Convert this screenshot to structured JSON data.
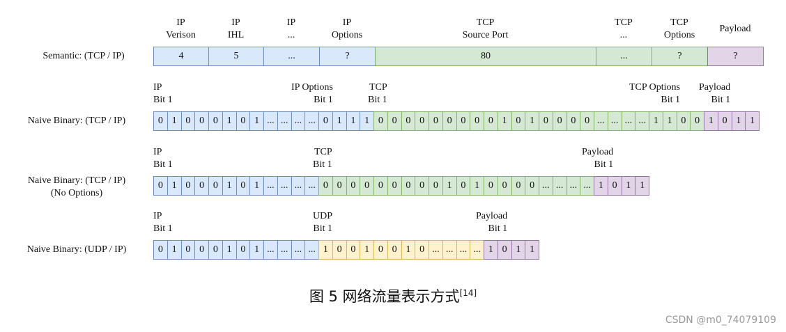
{
  "semantic_row": {
    "label": "Semantic: (TCP / IP)",
    "headers": [
      {
        "line1": "IP",
        "line2": "Verison"
      },
      {
        "line1": "IP",
        "line2": "IHL"
      },
      {
        "line1": "IP",
        "line2": "..."
      },
      {
        "line1": "IP",
        "line2": "Options"
      },
      {
        "line1": "TCP",
        "line2": "Source Port"
      },
      {
        "line1": "TCP",
        "line2": "..."
      },
      {
        "line1": "TCP",
        "line2": "Options"
      },
      {
        "line1": "Payload",
        "line2": ""
      }
    ],
    "cells": [
      {
        "text": "4",
        "color": "blue"
      },
      {
        "text": "5",
        "color": "blue"
      },
      {
        "text": "...",
        "color": "blue"
      },
      {
        "text": "?",
        "color": "blue"
      },
      {
        "text": "80",
        "color": "green"
      },
      {
        "text": "...",
        "color": "green"
      },
      {
        "text": "?",
        "color": "green"
      },
      {
        "text": "?",
        "color": "purple"
      }
    ]
  },
  "binary_rows": [
    {
      "label_lines": [
        "Naive Binary: (TCP / IP)"
      ],
      "headers": [
        {
          "line1": "IP",
          "line2": "Bit 1"
        },
        {
          "line1": "IP Options",
          "line2": "Bit 1"
        },
        {
          "line1": "TCP",
          "line2": "Bit 1"
        },
        {
          "line1": "TCP Options",
          "line2": "Bit 1"
        },
        {
          "line1": "Payload",
          "line2": "Bit 1"
        }
      ],
      "segments": [
        {
          "color": "blue",
          "bits": [
            "0",
            "1",
            "0",
            "0",
            "0",
            "1",
            "0",
            "1",
            "...",
            "...",
            "...",
            "...",
            "0",
            "1",
            "1",
            "1"
          ]
        },
        {
          "color": "green",
          "bits": [
            "0",
            "0",
            "0",
            "0",
            "0",
            "0",
            "0",
            "0",
            "0",
            "1",
            "0",
            "1",
            "0",
            "0",
            "0",
            "0",
            "...",
            "...",
            "...",
            "...",
            "1",
            "1",
            "0",
            "0"
          ]
        },
        {
          "color": "purple",
          "bits": [
            "1",
            "0",
            "1",
            "1"
          ]
        }
      ]
    },
    {
      "label_lines": [
        "Naive Binary: (TCP / IP)",
        "(No Options)"
      ],
      "headers": [
        {
          "line1": "IP",
          "line2": "Bit 1"
        },
        {
          "line1": "TCP",
          "line2": "Bit 1"
        },
        {
          "line1": "Payload",
          "line2": "Bit 1"
        }
      ],
      "segments": [
        {
          "color": "blue",
          "bits": [
            "0",
            "1",
            "0",
            "0",
            "0",
            "1",
            "0",
            "1",
            "...",
            "...",
            "...",
            "..."
          ]
        },
        {
          "color": "green",
          "bits": [
            "0",
            "0",
            "0",
            "0",
            "0",
            "0",
            "0",
            "0",
            "0",
            "1",
            "0",
            "1",
            "0",
            "0",
            "0",
            "0",
            "...",
            "...",
            "...",
            "..."
          ]
        },
        {
          "color": "purple",
          "bits": [
            "1",
            "0",
            "1",
            "1"
          ]
        }
      ]
    },
    {
      "label_lines": [
        "Naive Binary: (UDP / IP)"
      ],
      "headers": [
        {
          "line1": "IP",
          "line2": "Bit 1"
        },
        {
          "line1": "UDP",
          "line2": "Bit 1"
        },
        {
          "line1": "Payload",
          "line2": "Bit 1"
        }
      ],
      "segments": [
        {
          "color": "blue",
          "bits": [
            "0",
            "1",
            "0",
            "0",
            "0",
            "1",
            "0",
            "1",
            "...",
            "...",
            "...",
            "..."
          ]
        },
        {
          "color": "yellow",
          "bits": [
            "1",
            "0",
            "0",
            "1",
            "0",
            "0",
            "1",
            "0",
            "...",
            "...",
            "...",
            "..."
          ]
        },
        {
          "color": "purple",
          "bits": [
            "1",
            "0",
            "1",
            "1"
          ]
        }
      ]
    }
  ],
  "caption": {
    "text": "图 5   网络流量表示方式",
    "ref": "[14]"
  },
  "watermark": "CSDN @m0_74079109",
  "colors": {
    "blue": "#dae8fc",
    "green": "#d5e8d4",
    "purple": "#e1d5e7",
    "yellow": "#fff2cc"
  }
}
